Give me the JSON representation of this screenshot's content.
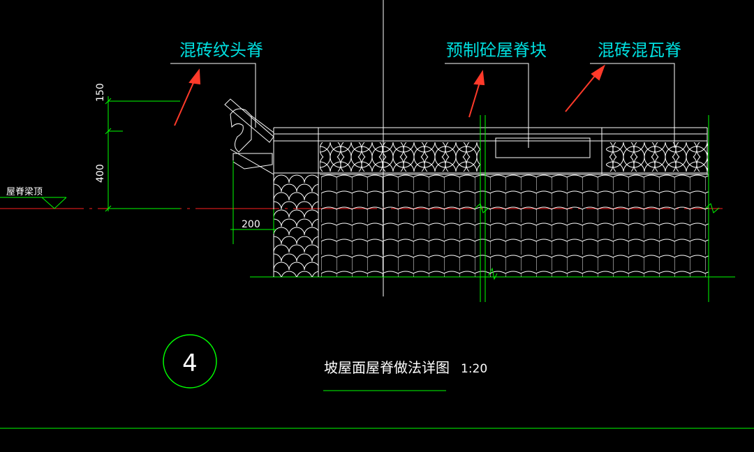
{
  "labels": {
    "callout_left": "混砖纹头脊",
    "callout_mid": "预制砼屋脊块",
    "callout_right": "混砖混瓦脊",
    "ridge_beam_top": "屋脊梁顶"
  },
  "dimensions": {
    "height_upper": "150",
    "height_lower": "400",
    "width_eave": "200"
  },
  "detail": {
    "number": "4",
    "title": "坡屋面屋脊做法详图",
    "scale": "1:20"
  },
  "colors": {
    "background": "#000000",
    "green": "#00ff00",
    "white": "#ffffff",
    "cyan": "#00e0e0",
    "red": "#ff2020",
    "arrow": "#ff3a2a"
  }
}
